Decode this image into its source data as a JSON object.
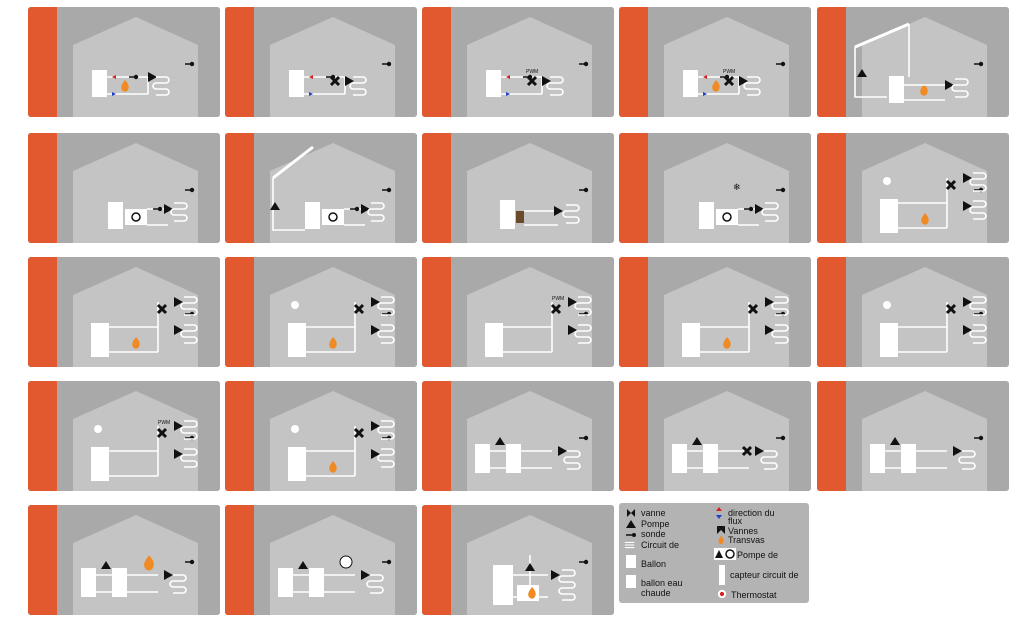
{
  "colors": {
    "accent_stripe": "#e2582f",
    "tile_bg": "#a9a9a9",
    "house_fill": "#c4c4c4",
    "pipe": "#ffffff",
    "tank": "#ffffff",
    "flame": "#f08a24",
    "arrow_red": "#d62020",
    "arrow_blue": "#2040c8",
    "symbol": "#111111"
  },
  "tiles": [
    {
      "id": 1,
      "variant": "boiler"
    },
    {
      "id": 2,
      "variant": "tank-pwm"
    },
    {
      "id": 3,
      "variant": "tank-pwm",
      "pwm": "PWM"
    },
    {
      "id": 4,
      "variant": "boiler-pwm",
      "pwm": "PWM"
    },
    {
      "id": 5,
      "variant": "solar-boiler"
    },
    {
      "id": 6,
      "variant": "heatpump"
    },
    {
      "id": 7,
      "variant": "solar-heatpump"
    },
    {
      "id": 8,
      "variant": "dark-unit"
    },
    {
      "id": 9,
      "variant": "heatpump-thermostat"
    },
    {
      "id": 10,
      "variant": "dhw-boiler-2zones"
    },
    {
      "id": 11,
      "variant": "boiler-2zones"
    },
    {
      "id": 12,
      "variant": "dhw-boiler-2zones"
    },
    {
      "id": 13,
      "variant": "tank-2zones-pwm",
      "pwm": "PWM"
    },
    {
      "id": 14,
      "variant": "solar-2zones"
    },
    {
      "id": 15,
      "variant": "dhw-valve"
    },
    {
      "id": 16,
      "variant": "dhw-exchanger-pwm",
      "pwm": "PWM"
    },
    {
      "id": 17,
      "variant": "dhw-exchanger-boiler"
    },
    {
      "id": 18,
      "variant": "two-tanks"
    },
    {
      "id": 19,
      "variant": "two-tanks-valve"
    },
    {
      "id": 20,
      "variant": "two-tanks-dhw"
    },
    {
      "id": 21,
      "variant": "two-tanks-flame"
    },
    {
      "id": 22,
      "variant": "two-tanks-thermostat"
    },
    {
      "id": 23,
      "variant": "tank-big-flame"
    }
  ],
  "legend": {
    "vanne": "vanne",
    "pompe": "Pompe",
    "sonde": "sonde",
    "circuit": "Circuit de",
    "ballon": "Ballon",
    "ballon_eau_chaude_1": "ballon eau",
    "ballon_eau_chaude_2": "chaude",
    "direction_1": "direction du",
    "direction_2": "flux",
    "vannes": "Vannes",
    "transvas": "Transvas",
    "pompe_de": "Pompe de",
    "capteur": "capteur circuit de",
    "thermostat": "Thermostat"
  }
}
